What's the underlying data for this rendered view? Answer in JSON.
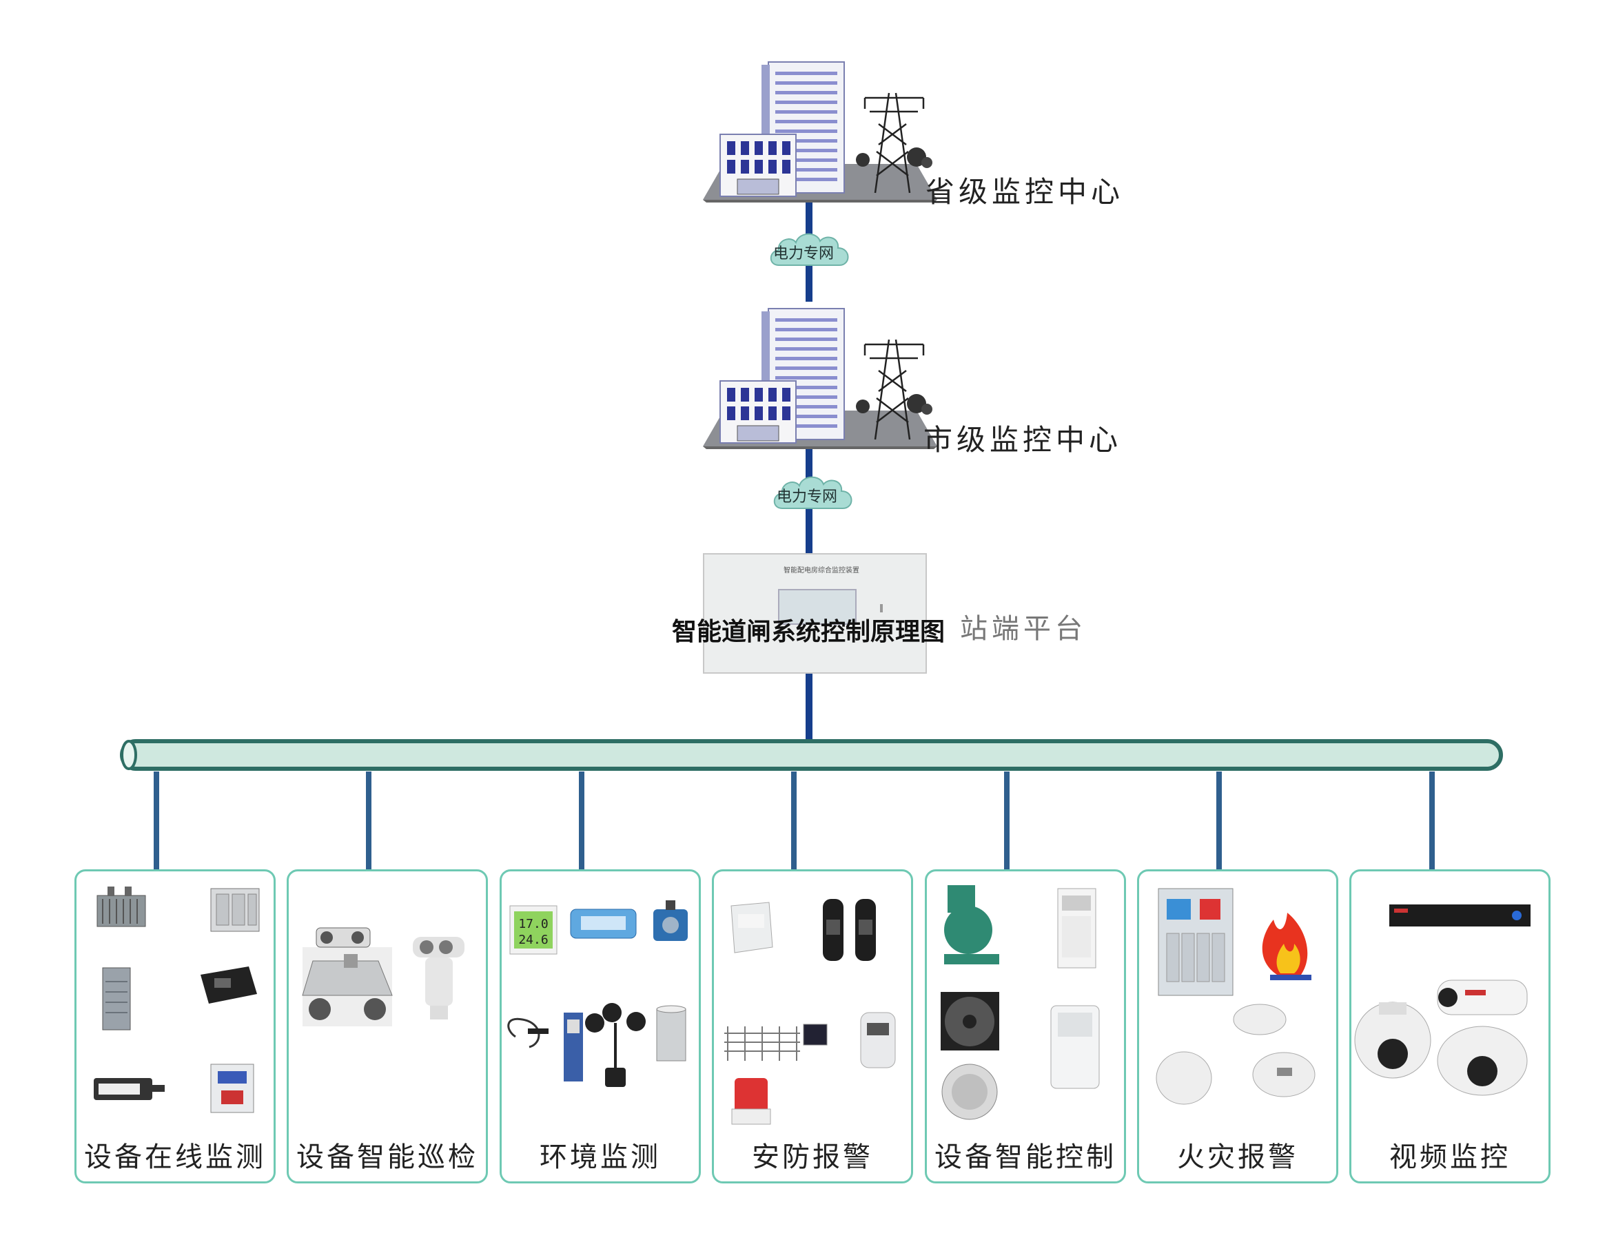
{
  "title": "智能道闸系统控制原理图",
  "nodes": {
    "province": {
      "label": "省级监控中心"
    },
    "city": {
      "label": "市级监控中心"
    },
    "station": {
      "label": "站端平台"
    }
  },
  "links": [
    {
      "label": "电力专网"
    },
    {
      "label": "电力专网"
    }
  ],
  "device_panel": {
    "header": "智能配电房综合监控装置"
  },
  "subsystems": [
    {
      "label": "设备在线监测"
    },
    {
      "label": "设备智能巡检"
    },
    {
      "label": "环境监测"
    },
    {
      "label": "安防报警"
    },
    {
      "label": "设备智能控制"
    },
    {
      "label": "火灾报警"
    },
    {
      "label": "视频监控"
    }
  ],
  "colors": {
    "bus_fill": "#cfe8df",
    "bus_stroke": "#2e6e64",
    "trunk_line": "#163e8c",
    "drop_line": "#2f5f8e",
    "panel_border": "#6ec9b3",
    "cloud": "#a9dcd4"
  },
  "icons": {
    "center": "building-with-power-tower-icon",
    "cloud": "cloud-icon",
    "fire": "fire-icon"
  }
}
